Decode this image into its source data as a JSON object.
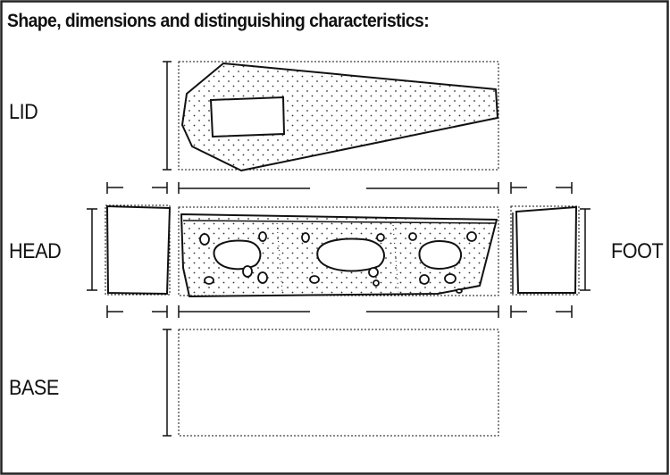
{
  "form": {
    "heading": "Shape, dimensions and distinguishing characteristics:",
    "labels": {
      "lid": "LID",
      "head": "HEAD",
      "foot": "FOOT",
      "base": "BASE"
    }
  },
  "colors": {
    "ink": "#111111",
    "paper": "#ffffff",
    "outer_frame": "#222222"
  }
}
